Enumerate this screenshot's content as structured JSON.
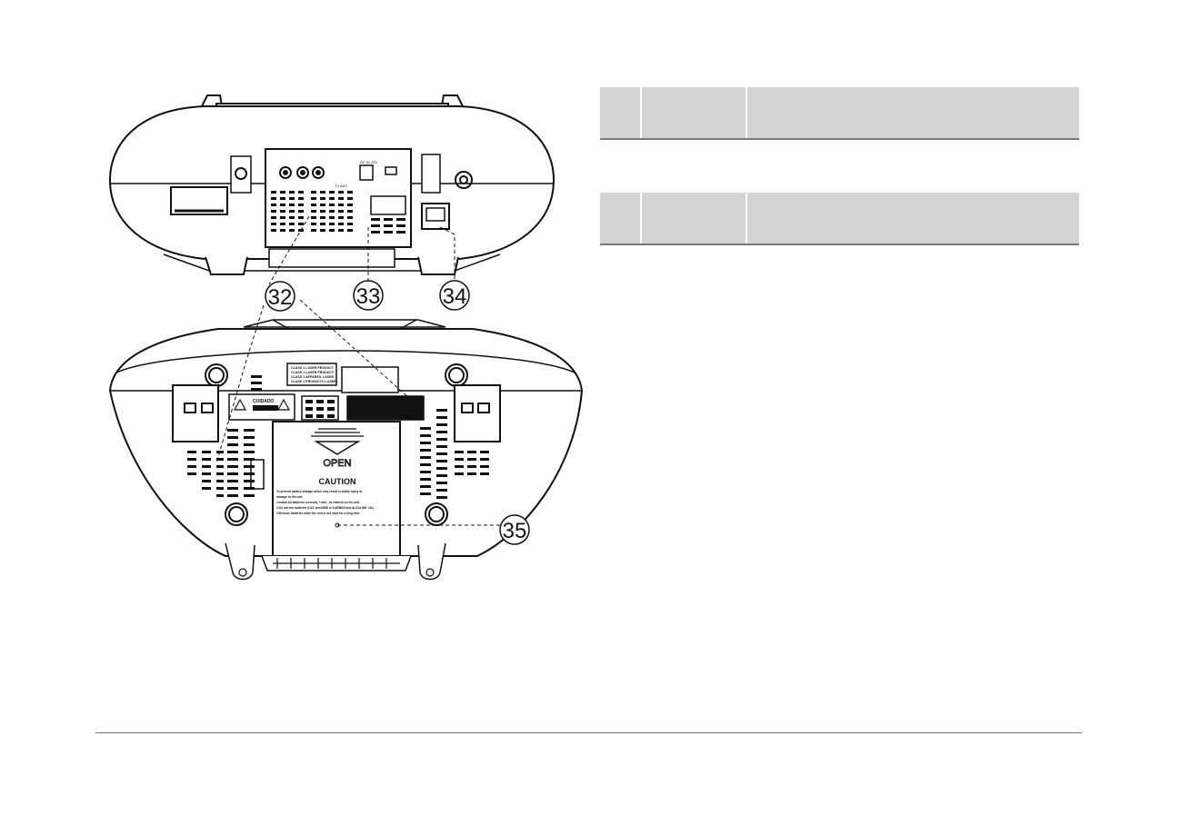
{
  "callouts": [
    "32",
    "33",
    "34",
    "35"
  ],
  "rear_panel": {
    "tv_ant": "TV ANT.",
    "power_spec": "DC IN 12V"
  },
  "bottom_panel": {
    "open": "OPEN",
    "caution_title": "CAUTION",
    "caution_lines": [
      "To prevent battery leakage which may result in bodily injury or",
      "damage to the unit:",
      "1.Install All batteries correctly, + and - as marked on the unit.",
      "2.Do not mix batteries (OLD and NEW or CARBON and ALKALINE, etc).",
      "3.Remove batteries when the unit is not used for a long time."
    ],
    "cuidado": "CUIDADO",
    "laser_label": [
      "CLASS 1 LASER PRODUCT",
      "CLASS 1 LASER PRODUCT",
      "CLASS 1 APPAREIL LASER",
      "CLASE 1 PRODUCTO LASER"
    ]
  },
  "table_rows": [
    {
      "num": "",
      "name": "",
      "description": ""
    },
    {
      "num": "",
      "name": "",
      "description": ""
    }
  ]
}
